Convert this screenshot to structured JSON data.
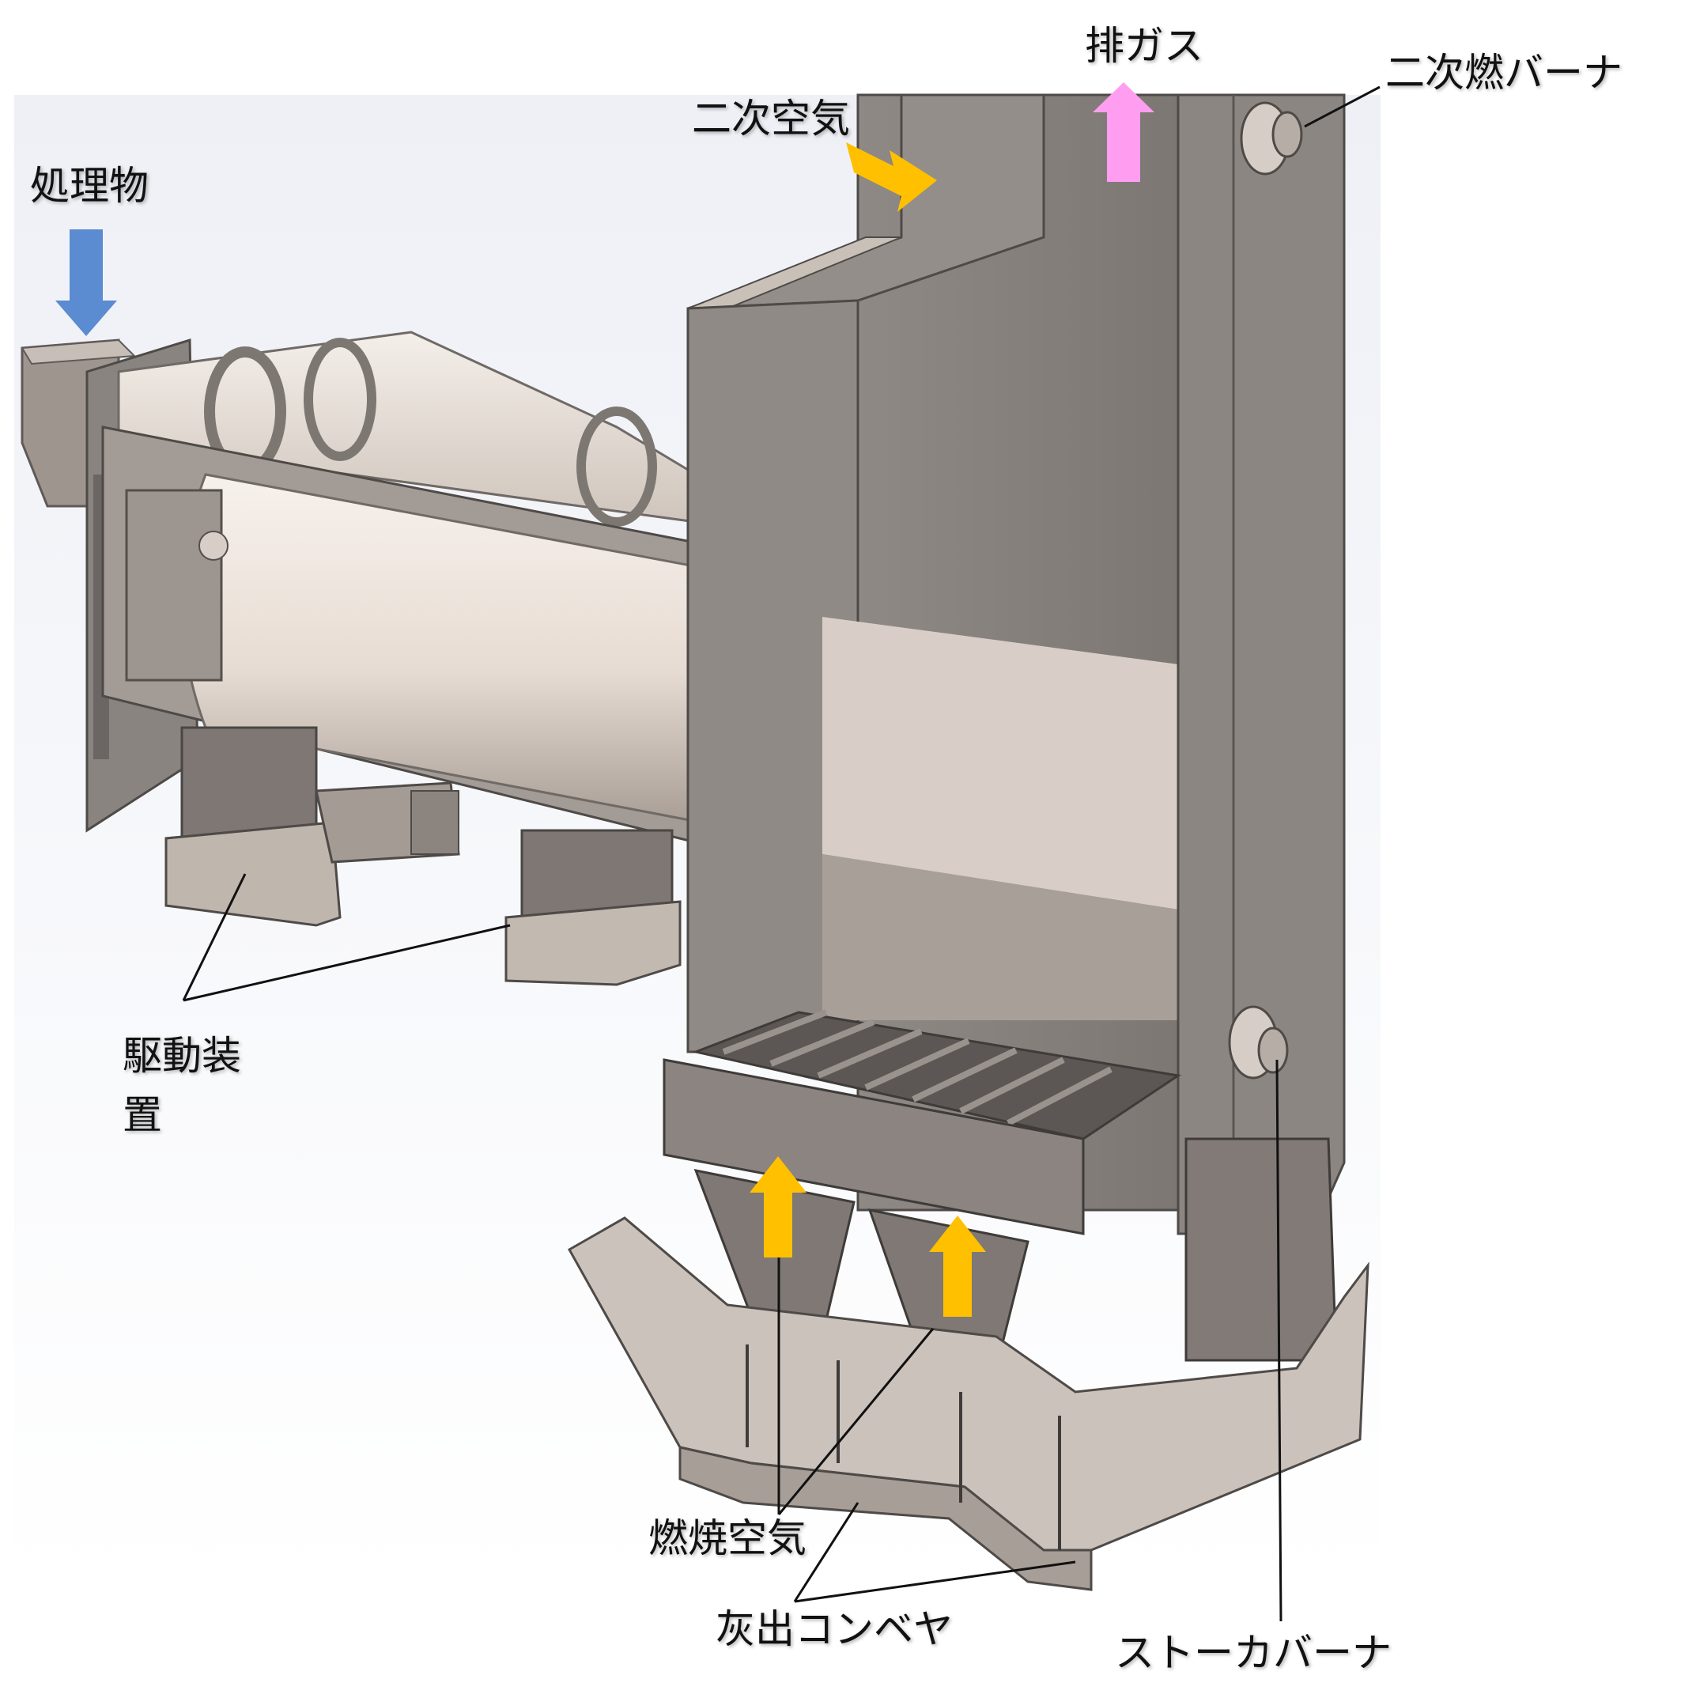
{
  "labels": {
    "material_in": "処理物",
    "secondary_air": "二次空気",
    "exhaust_gas": "排ガス",
    "secondary_burner": "二次燃バーナ",
    "drive_unit_line1": "駆動装",
    "drive_unit_line2": "置",
    "combustion_air": "燃焼空気",
    "ash_conveyor": "灰出コンベヤ",
    "stoker_burner": "ストーカバーナ"
  },
  "colors": {
    "material_arrow": "#5b8bd0",
    "secondary_air_arrow": "#ffc000",
    "exhaust_arrow": "#ff9ef0",
    "combustion_air_arrow": "#ffc000",
    "steel": "#8e8884",
    "steel_dark": "#6f6a66",
    "steel_light": "#b3aca6",
    "kiln_inner": "#efe6df",
    "band": "#d8cec7"
  }
}
